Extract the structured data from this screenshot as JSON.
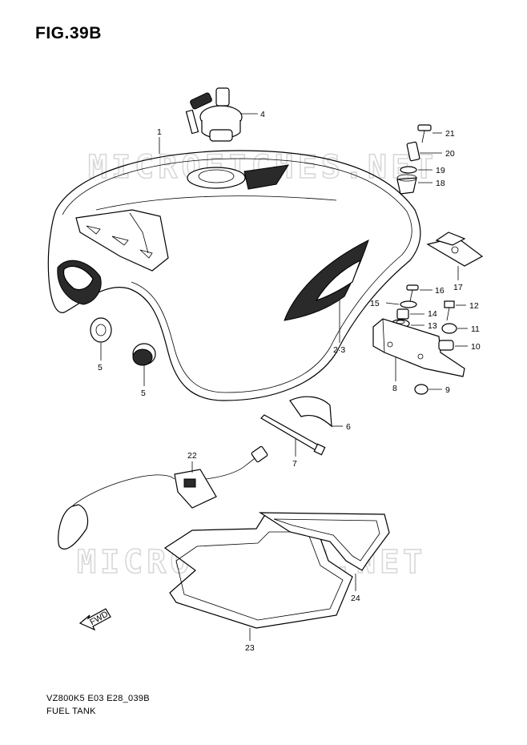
{
  "figure": {
    "title": "FIG.39B",
    "model_code": "VZ800K5 E03 E28_039B",
    "section_name": "FUEL TANK",
    "watermark": "MICROFICHES.NET",
    "fwd_label": "FWD"
  },
  "callouts": {
    "c1": "1",
    "c23": "2·3",
    "c4": "4",
    "c5a": "5",
    "c5b": "5",
    "c6": "6",
    "c7": "7",
    "c8": "8",
    "c9": "9",
    "c10": "10",
    "c11": "11",
    "c12": "12",
    "c13": "13",
    "c14": "14",
    "c15": "15",
    "c16": "16",
    "c17": "17",
    "c18": "18",
    "c19": "19",
    "c20": "20",
    "c21": "21",
    "c22": "22",
    "c23b": "23",
    "c24": "24"
  }
}
